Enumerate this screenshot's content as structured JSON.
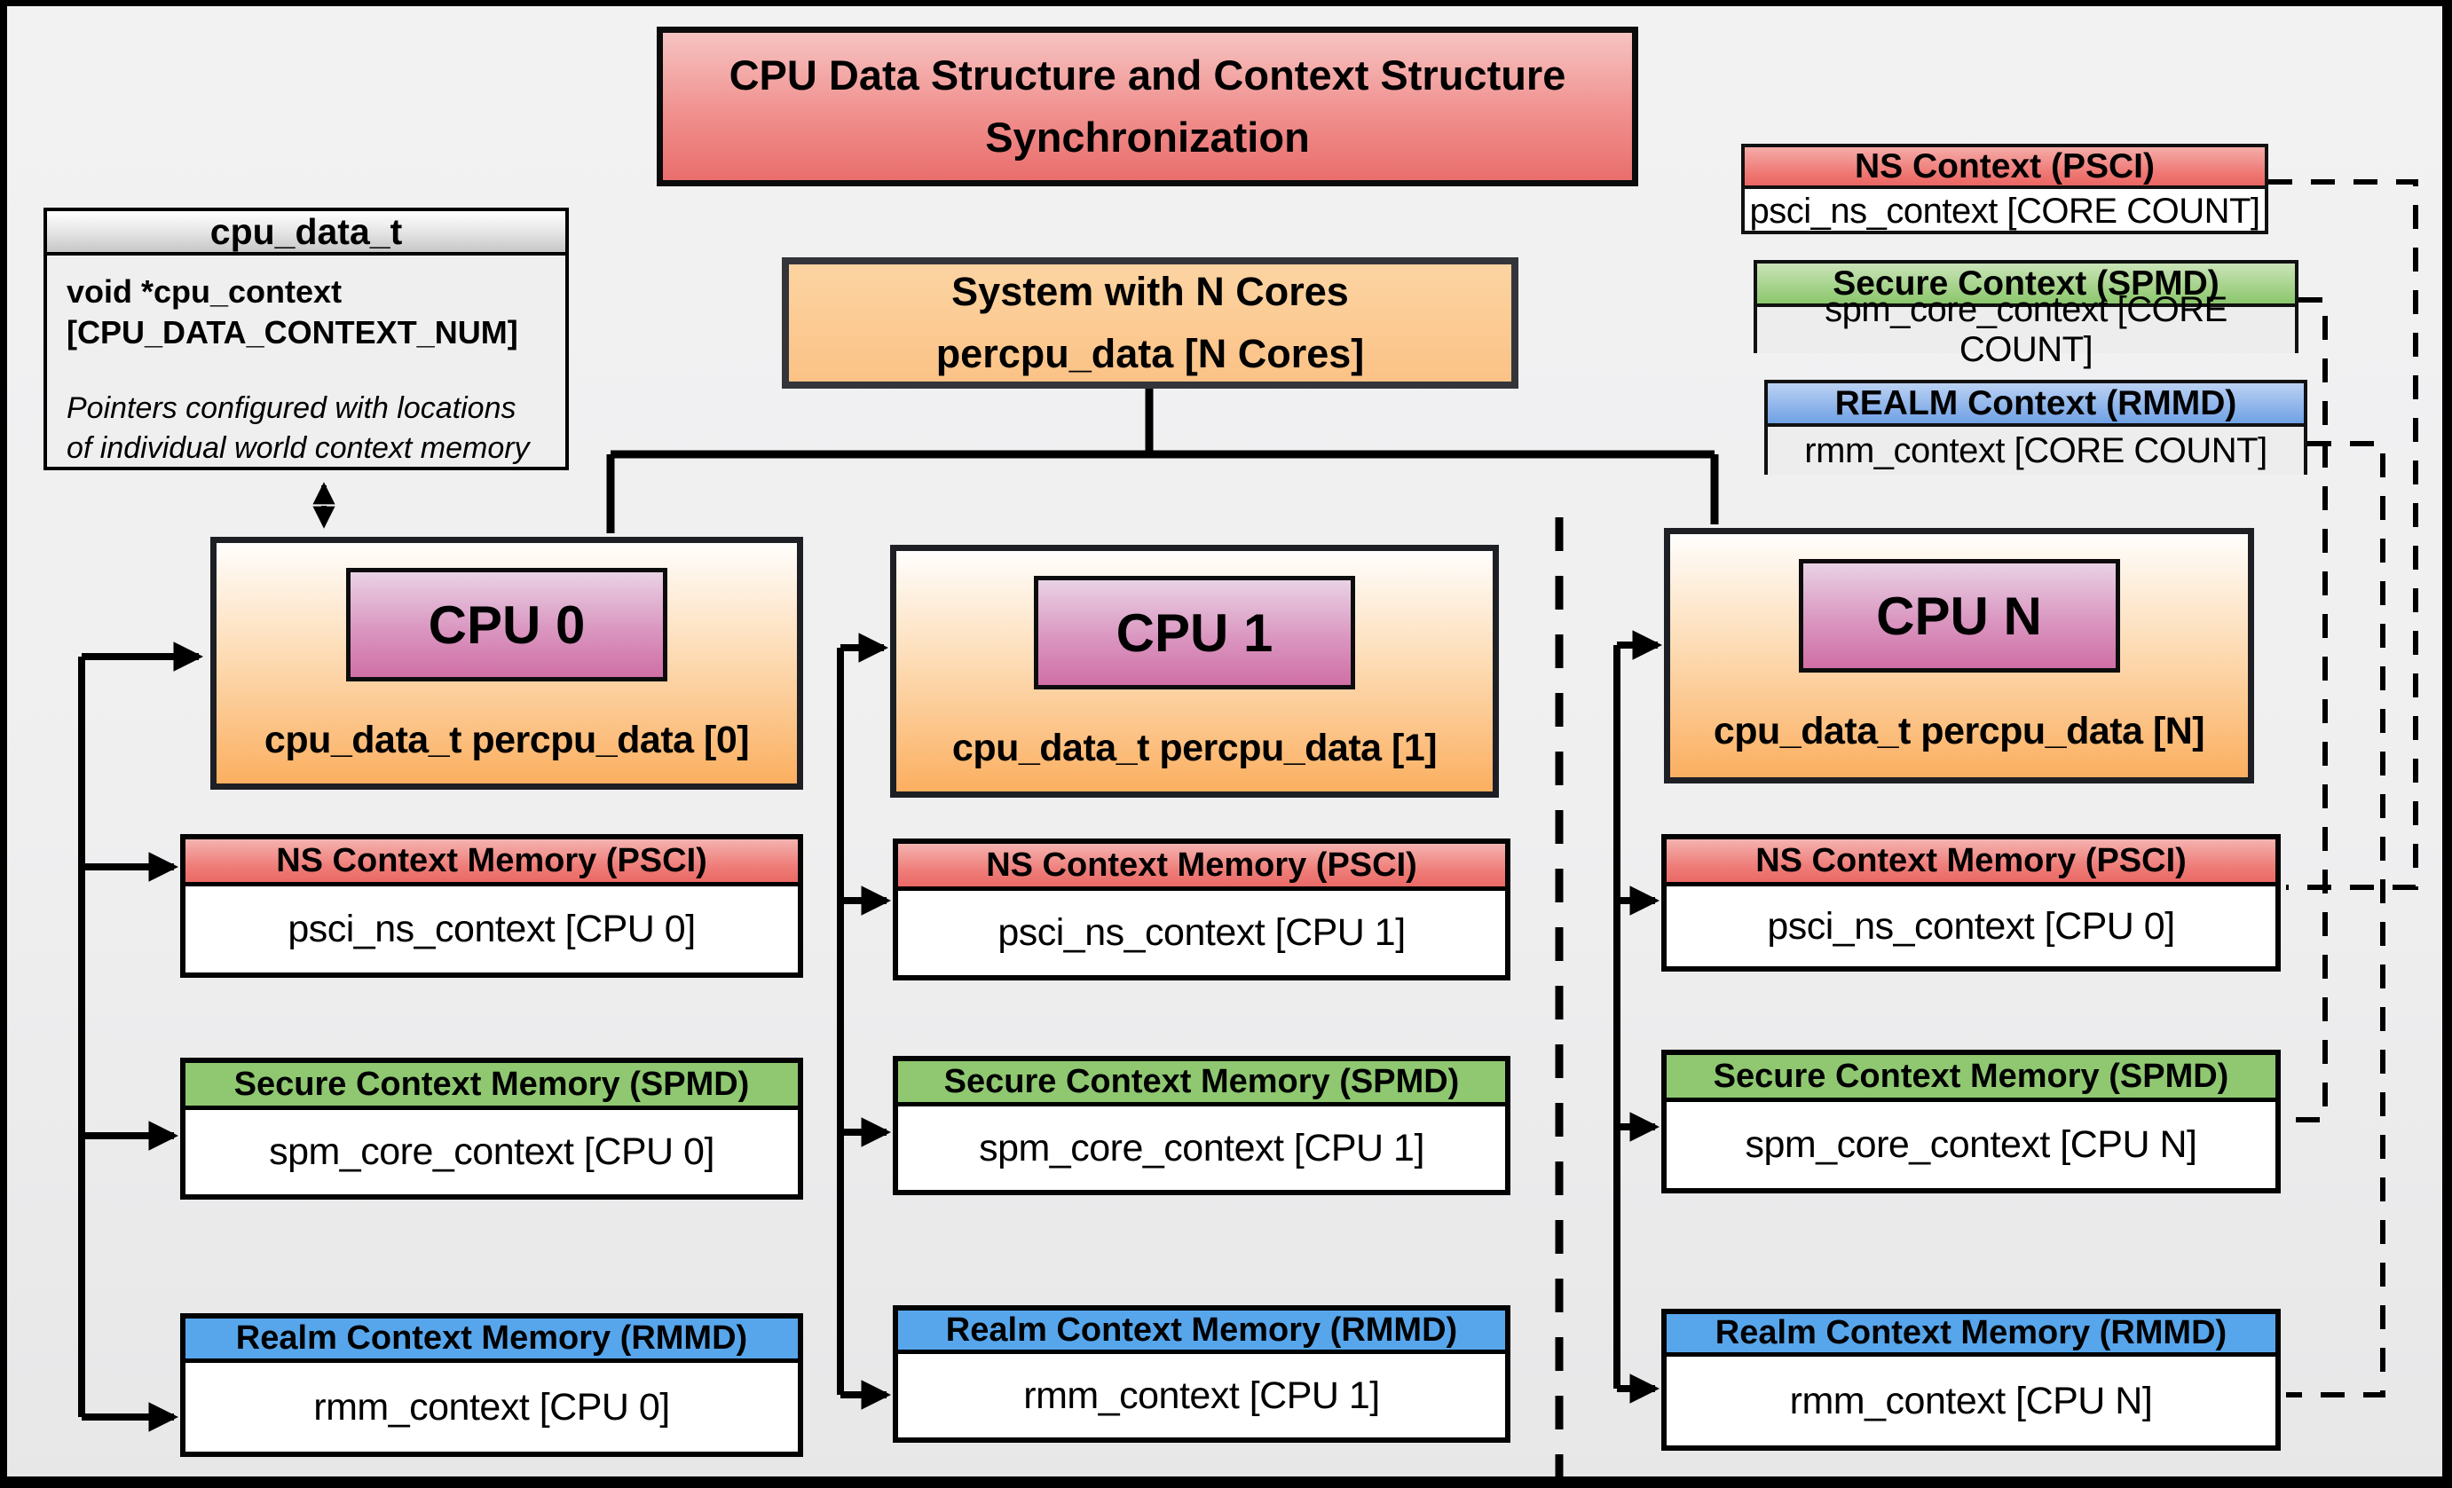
{
  "title": {
    "line1": "CPU Data Structure and Context Structure",
    "line2": "Synchronization"
  },
  "cpu_data_t_box": {
    "header": "cpu_data_t",
    "field_line1": "void  *cpu_context",
    "field_line2": "[CPU_DATA_CONTEXT_NUM]",
    "note_line1": "Pointers configured with locations",
    "note_line2": "of individual world context memory"
  },
  "system_box": {
    "line1": "System with N Cores",
    "line2": "percpu_data [N Cores]"
  },
  "legend": [
    {
      "title": "NS Context  (PSCI)",
      "body": "psci_ns_context [CORE COUNT]"
    },
    {
      "title": "Secure Context (SPMD)",
      "body": "spm_core_context [CORE COUNT]"
    },
    {
      "title": "REALM Context (RMMD)",
      "body": "rmm_context [CORE COUNT]"
    }
  ],
  "cpus": [
    {
      "label": "CPU 0",
      "data_label": "cpu_data_t percpu_data [0]",
      "ns": {
        "header": "NS Context Memory (PSCI)",
        "body": "psci_ns_context [CPU 0]"
      },
      "secure": {
        "header": "Secure Context Memory (SPMD)",
        "body": "spm_core_context [CPU 0]"
      },
      "realm": {
        "header": "Realm Context Memory (RMMD)",
        "body": "rmm_context [CPU 0]"
      }
    },
    {
      "label": "CPU 1",
      "data_label": "cpu_data_t percpu_data [1]",
      "ns": {
        "header": "NS Context Memory (PSCI)",
        "body": "psci_ns_context [CPU 1]"
      },
      "secure": {
        "header": "Secure Context Memory (SPMD)",
        "body": "spm_core_context [CPU 1]"
      },
      "realm": {
        "header": "Realm Context Memory (RMMD)",
        "body": "rmm_context [CPU 1]"
      }
    },
    {
      "label": "CPU N",
      "data_label": "cpu_data_t percpu_data [N]",
      "ns": {
        "header": "NS Context Memory (PSCI)",
        "body": "psci_ns_context [CPU 0]"
      },
      "secure": {
        "header": "Secure Context Memory (SPMD)",
        "body": "spm_core_context [CPU N]"
      },
      "realm": {
        "header": "Realm Context Memory (RMMD)",
        "body": "rmm_context [CPU N]"
      }
    }
  ],
  "colors": {
    "ns_red": "#EA6A66",
    "secure_green": "#8FC871",
    "realm_blue": "#57A6EC",
    "cpu_orange": "#FBAF60",
    "cpu_label_pink": "#D06FA6",
    "title_red": "#E96E6C",
    "system_orange": "#FBC286",
    "background_gray": "#EFEFF0"
  }
}
